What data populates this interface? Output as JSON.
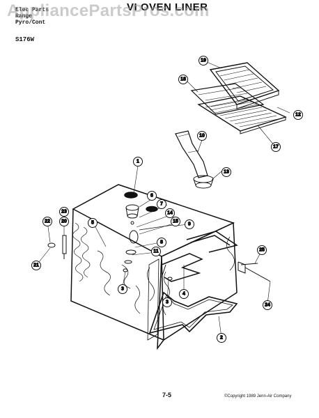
{
  "header": {
    "line1": "Elec Parts",
    "line2": "Range",
    "line3": "Pyro/Cont",
    "title": "VI OVEN LINER"
  },
  "model": "S176W",
  "watermark": "AppliancePartsPros.com",
  "footer": {
    "page_number": "7-5",
    "copyright": "©Copyright 1989 Jenn-Air Company"
  },
  "callouts": [
    "1",
    "2",
    "3",
    "3",
    "4",
    "5",
    "6",
    "7",
    "8",
    "9",
    "10",
    "11",
    "12",
    "13",
    "14",
    "15",
    "17",
    "18",
    "19",
    "20",
    "21",
    "22",
    "23",
    "24",
    "25"
  ]
}
